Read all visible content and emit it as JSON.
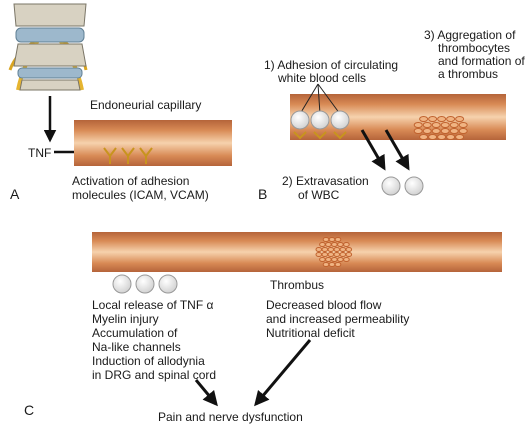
{
  "panel_a": {
    "letter": "A",
    "tnf": "TNF",
    "capillary": "Endoneurial capillary",
    "activation": [
      "Activation of adhesion",
      "molecules (ICAM, VCAM)"
    ]
  },
  "panel_b": {
    "letter": "B",
    "step1": [
      "1) Adhesion of circulating",
      "white blood cells"
    ],
    "step2": [
      "2) Extravasation",
      "of WBC"
    ],
    "step3": [
      "3) Aggregation of",
      "thrombocytes",
      "and formation of",
      "a thrombus"
    ]
  },
  "panel_c": {
    "letter": "C",
    "thrombus": "Thrombus",
    "left_effects": [
      "Local release of TNF α",
      "Myelin injury",
      "Accumulation of",
      "Na-like channels",
      "Induction of allodynia",
      "in DRG and spinal cord"
    ],
    "right_effects": [
      "Decreased blood flow",
      "and increased permeability",
      "Nutritional deficit"
    ],
    "outcome": "Pain and nerve dysfunction"
  },
  "colors": {
    "vessel_outer": "#c87a4a",
    "vessel_inner": "#f3c9a0",
    "disc": "#9db8cc",
    "nerve": "#e6b530",
    "bone": "#d8d2c2"
  }
}
